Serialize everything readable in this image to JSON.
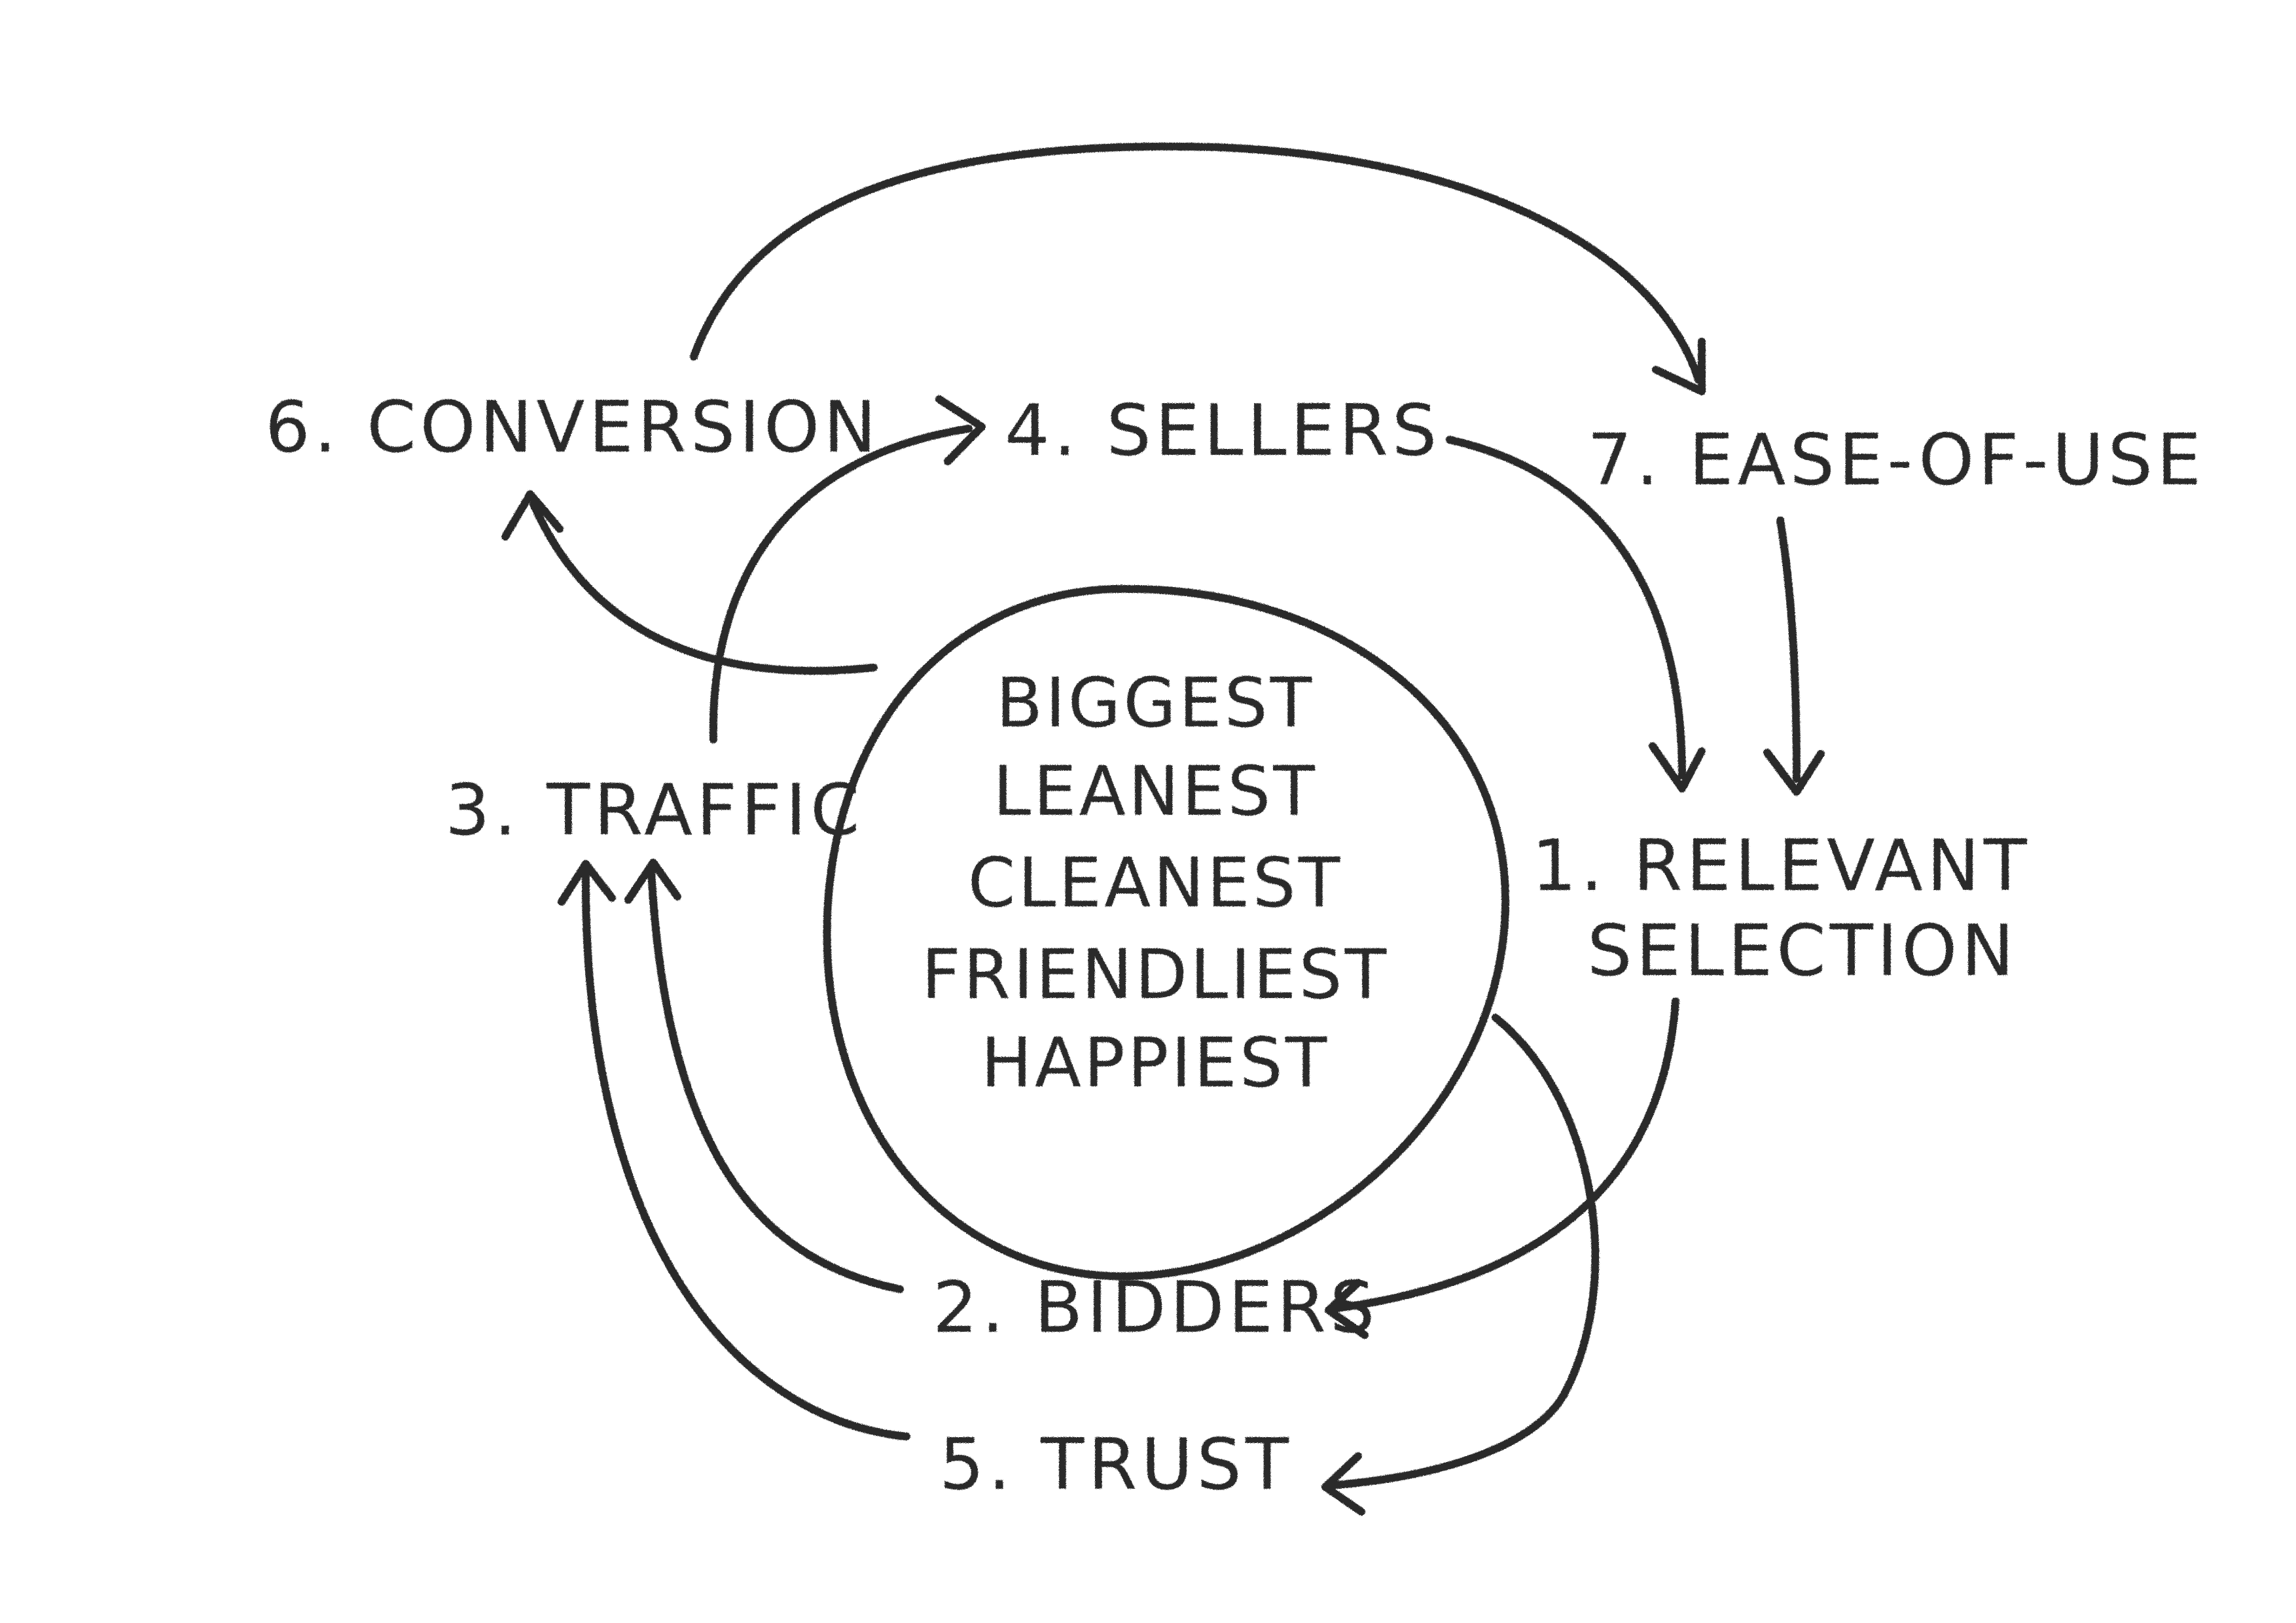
{
  "center": {
    "lines": [
      "BIGGEST",
      "LEANEST",
      "CLEANEST",
      "FRIENDLIEST",
      "HAPPIEST"
    ]
  },
  "nodes": {
    "conversion": "6. CONVERSION",
    "sellers": "4. SELLERS",
    "ease_of_use": "7. EASE-OF-USE",
    "traffic": "3. TRAFFIC",
    "relevant_selection_line1": "1. RELEVANT",
    "relevant_selection_line2": "SELECTION",
    "bidders": "2. BIDDERS",
    "trust": "5. TRUST"
  },
  "colors": {
    "ink": "#2b2b2b",
    "background": "#ffffff"
  }
}
